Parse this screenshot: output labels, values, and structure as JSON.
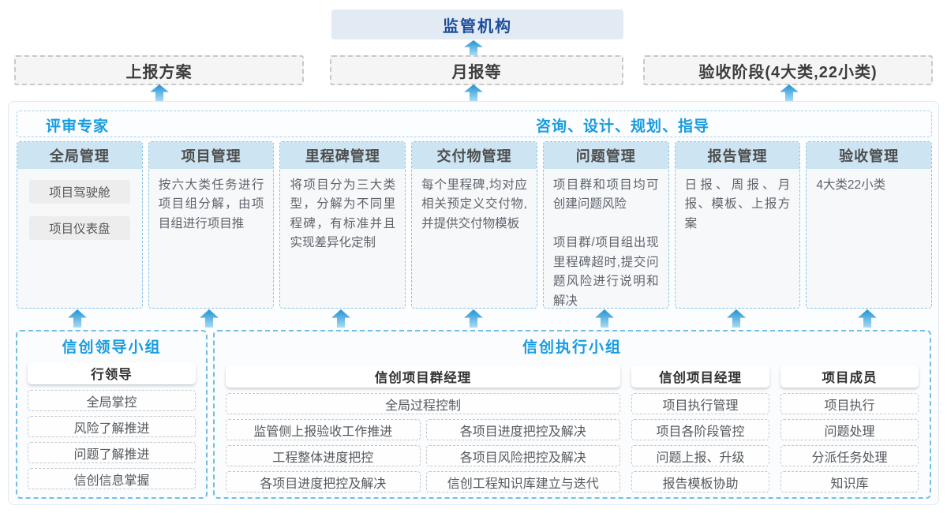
{
  "palette": {
    "accent_blue": "#189ce0",
    "navy_text": "#1d4e9b",
    "header_fill": "#cde4f2",
    "arrow_top": "#1f93d2",
    "arrow_bottom": "#a9dbf5"
  },
  "top": {
    "regulator": "监管机构"
  },
  "report_boxes": [
    {
      "label": "上报方案"
    },
    {
      "label": "月报等"
    },
    {
      "label": "验收阶段(4大类,22小类)"
    }
  ],
  "band": {
    "left_label": "评审专家",
    "right_label": "咨询、设计、规划、指导"
  },
  "columns": [
    {
      "title": "全局管理",
      "pills": [
        "项目驾驶舱",
        "项目仪表盘"
      ]
    },
    {
      "title": "项目管理",
      "body": "按六大类任务进行项目组分解，由项目组进行项目推"
    },
    {
      "title": "里程碑管理",
      "body": "将项目分为三大类型，分解为不同里程碑，有标准并且实现差异化定制"
    },
    {
      "title": "交付物管理",
      "body": "每个里程碑,均对应相关预定义交付物,并提供交付物模板"
    },
    {
      "title": "问题管理",
      "body": "项目群和项目均可创建问题风险\n\n项目群/项目组出现里程碑超时,提交问题风险进行说明和解决"
    },
    {
      "title": "报告管理",
      "body": "日报、周报、月报、模板、上报方案"
    },
    {
      "title": "验收管理",
      "body": "4大类22小类"
    }
  ],
  "leader_group": {
    "title": "信创领导小组",
    "role": "行领导",
    "items": [
      "全局掌控",
      "风险了解推进",
      "问题了解推进",
      "信创信息掌握"
    ]
  },
  "exec_group": {
    "title": "信创执行小组",
    "program_manager": {
      "role": "信创项目群经理",
      "top_item": "全局过程控制",
      "rows": [
        [
          "监管侧上报验收工作推进",
          "各项目进度把控及解决"
        ],
        [
          "工程整体进度把控",
          "各项目风险把控及解决"
        ],
        [
          "各项目进度把控及解决",
          "信创工程知识库建立与迭代"
        ]
      ]
    },
    "project_manager": {
      "role": "信创项目经理",
      "items": [
        "项目执行管理",
        "项目各阶段管控",
        "问题上报、升级",
        "报告模板协助"
      ]
    },
    "member": {
      "role": "项目成员",
      "items": [
        "项目执行",
        "问题处理",
        "分派任务处理",
        "知识库"
      ]
    }
  }
}
